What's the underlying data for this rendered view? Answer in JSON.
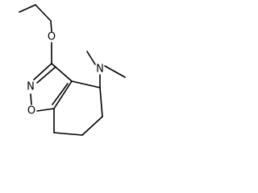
{
  "structure": {
    "atoms": {
      "ether_oxygen": "O",
      "amine_nitrogen": "N",
      "ring_nitrogen": "N",
      "ring_oxygen": "O"
    },
    "colors": {
      "bond": "#000000",
      "label": "#000000",
      "background": "#ffffff"
    }
  }
}
